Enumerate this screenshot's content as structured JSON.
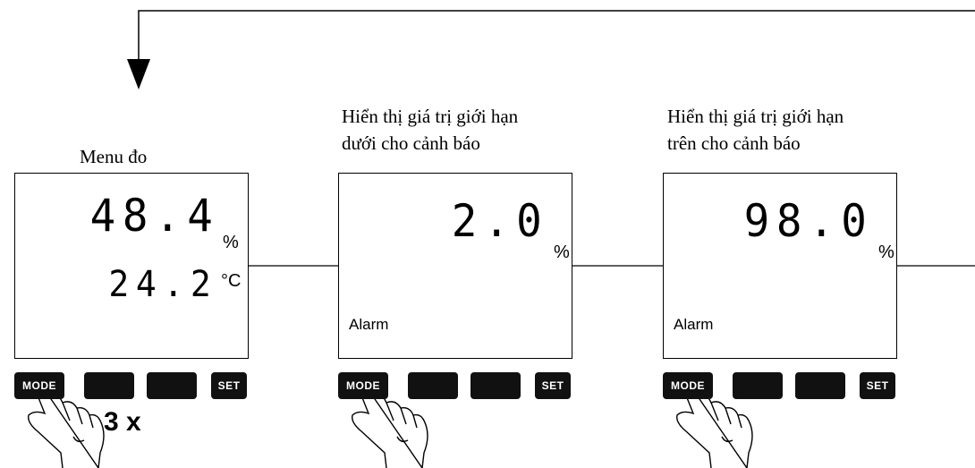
{
  "captions": {
    "menu": "Menu đo",
    "lower_line1": "Hiển thị giá trị giới hạn",
    "lower_line2": "dưới cho cảnh báo",
    "upper_line1": "Hiển thị giá trị giới hạn",
    "upper_line2": "trên cho cảnh báo"
  },
  "panels": [
    {
      "name": "measurement",
      "value": "48.4",
      "unit": "%",
      "secondary_value": "24.2",
      "secondary_unit": "°C",
      "bell_icon": "bell-icon"
    },
    {
      "name": "lower-limit",
      "value": "2.0",
      "unit": "%",
      "arrow_icon": "arrow-down-to-line-icon",
      "alarm_label": "Alarm",
      "bell_icon": "bell-icon"
    },
    {
      "name": "upper-limit",
      "value": "98.0",
      "unit": "%",
      "arrow_icon": "arrow-up-from-line-icon",
      "alarm_label": "Alarm",
      "bell_icon": "bell-icon"
    }
  ],
  "keys": {
    "mode": "MODE",
    "down_icon": "triangle-down-icon",
    "up_icon": "triangle-up-icon",
    "set": "SET"
  },
  "press_count": "3 x",
  "icons": {
    "hand": "pointing-hand-icon",
    "flow_arrow": "arrow-down-icon"
  }
}
